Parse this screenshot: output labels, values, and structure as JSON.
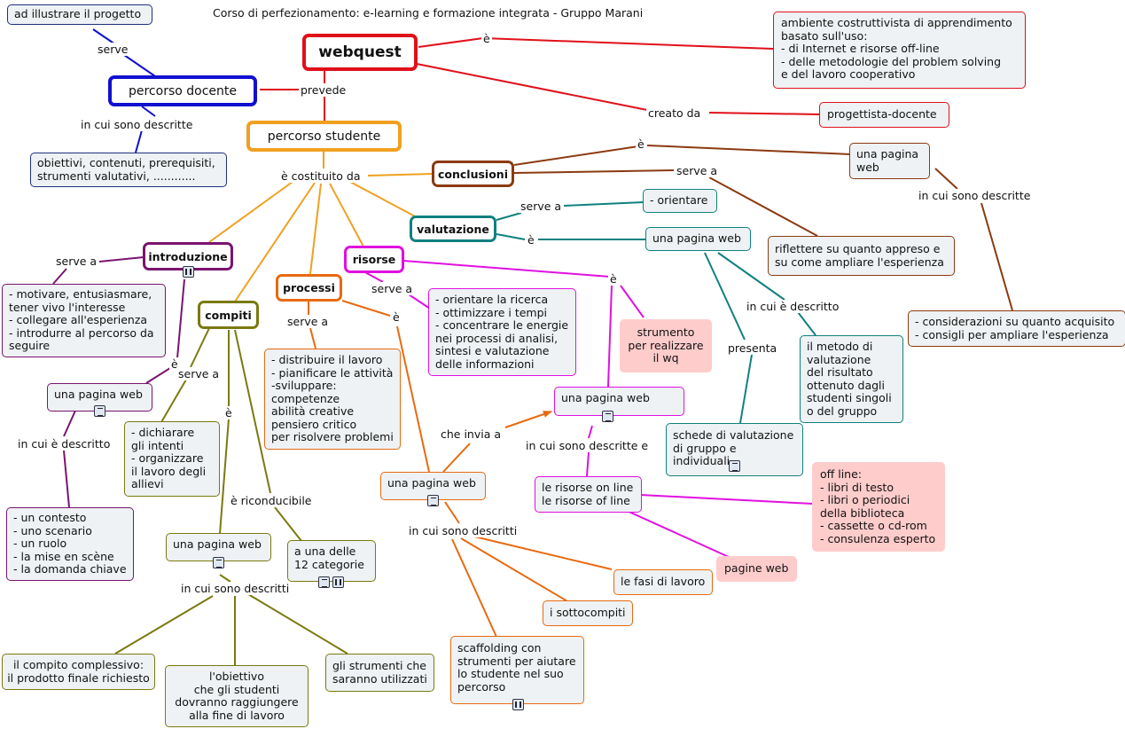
{
  "title": "Corso di perfezionamento: e-learning e formazione integrata - Gruppo Marani",
  "colors": {
    "red": "#e0101a",
    "blue": "#1010d0",
    "navy": "#1f2f80",
    "orange": "#f0a020",
    "dark_orange": "#e86a10",
    "brown": "#8b3a10",
    "teal": "#108080",
    "purple": "#7a1470",
    "olive": "#7a7a10",
    "magenta": "#e010e0",
    "pink": "#ffcccc"
  },
  "icons": [
    "document-icon",
    "map-icon"
  ],
  "headers": {
    "webquest": "webquest",
    "docente": "percorso docente",
    "studente": "percorso studente",
    "conclusioni": "conclusioni",
    "valutazione": "valutazione",
    "introduzione": "introduzione",
    "risorse": "risorse",
    "processi": "processi",
    "compiti": "compiti"
  },
  "nodes": {
    "illustrare": "ad illustrare il progetto",
    "ambiente": "ambiente costruttivista di apprendimento\nbasato sull'uso:\n- di Internet e risorse off-line\n- delle metodologie del problem solving\n   e del lavoro cooperativo",
    "progettista": "progettista-docente",
    "obiettivi": "obiettivi, contenuti, prerequisiti,\nstrumenti valutativi, ............",
    "pagina_concl": "una pagina web",
    "considerazioni": "- considerazioni su quanto acquisito\n- consigli per ampliare l'esperienza",
    "riflettere": "riflettere su quanto appreso e\nsu come ampliare l'esperienza",
    "orientare": "- orientare",
    "pagina_val": "una pagina web",
    "metodo": "il metodo di\nvalutazione\ndel risultato\nottenuto dagli\nstudenti singoli\no del gruppo",
    "schede": "schede di valutazione\ndi gruppo e individuali",
    "motivare": "- motivare, entusiasmare,\n  tener vivo l'interesse\n- collegare all'esperienza\n- introdurre al percorso da\n  seguire",
    "pagina_intro": "una pagina web",
    "contesto": "- un contesto\n- uno scenario\n- un ruolo\n- la mise en scène\n- la domanda chiave",
    "dichiarare": "- dichiarare\n  gli intenti\n- organizzare\n  il lavoro degli\n  allievi",
    "pagina_compiti": "una pagina web",
    "categorie": "a una delle\n12 categorie",
    "compito": "il compito complessivo:\nil prodotto finale richiesto",
    "obiettivo": "l'obiettivo\nche gli studenti\ndovranno raggiungere\nalla fine di lavoro",
    "strumenti": "gli strumenti che\nsaranno utilizzati",
    "distribuire": "- distribuire il lavoro\n- pianificare le attività\n-sviluppare:\ncompetenze\nabilità creative\npensiero critico\nper risolvere problemi",
    "pagina_proc": "una pagina web",
    "fasi": "le fasi di lavoro",
    "sottocompiti": "i sottocompiti",
    "scaffolding": "scaffolding con\nstrumenti per aiutare\nlo studente nel suo\npercorso",
    "orientare_ricerca": "- orientare la ricerca\n- ottimizzare i tempi\n- concentrare le energie\nnei processi di analisi,\nsintesi e valutazione\ndelle informazioni",
    "strumento_wq": "strumento\nper realizzare\nil wq",
    "pagina_ris": "una pagina web",
    "risorse_line": "le risorse on line\nle risorse of line",
    "offline": "off line:\n- libri di testo\n- libri o periodici\n  della biblioteca\n- cassette o cd-rom\n- consulenza esperto",
    "pagine_web": "pagine web"
  },
  "labels": {
    "serve1": "serve",
    "e1": "è",
    "prevede": "prevede",
    "creato": "creato da",
    "descritte1": "in cui sono descritte",
    "costituito": "è costituito da",
    "e_concl": "è",
    "serve_concl": "serve a",
    "descritte_concl": "in cui sono descritte",
    "serve_val": "serve a",
    "e_val": "è",
    "descritto_val": "in cui è descritto",
    "presenta": "presenta",
    "serve_intro": "serve a",
    "e_intro": "è",
    "descritto_intro": "in cui è descritto",
    "serve_comp": "serve a",
    "e_comp": "è",
    "riconducibile": "è riconducibile",
    "descritti_comp": "in cui sono descritti",
    "serve_proc": "serve a",
    "e_proc": "è",
    "invia": "che invia a",
    "descritti_proc": "in cui sono descritti",
    "serve_ris": "serve a",
    "e_ris": "è",
    "descritte_ris": "in cui sono descritte  e"
  }
}
